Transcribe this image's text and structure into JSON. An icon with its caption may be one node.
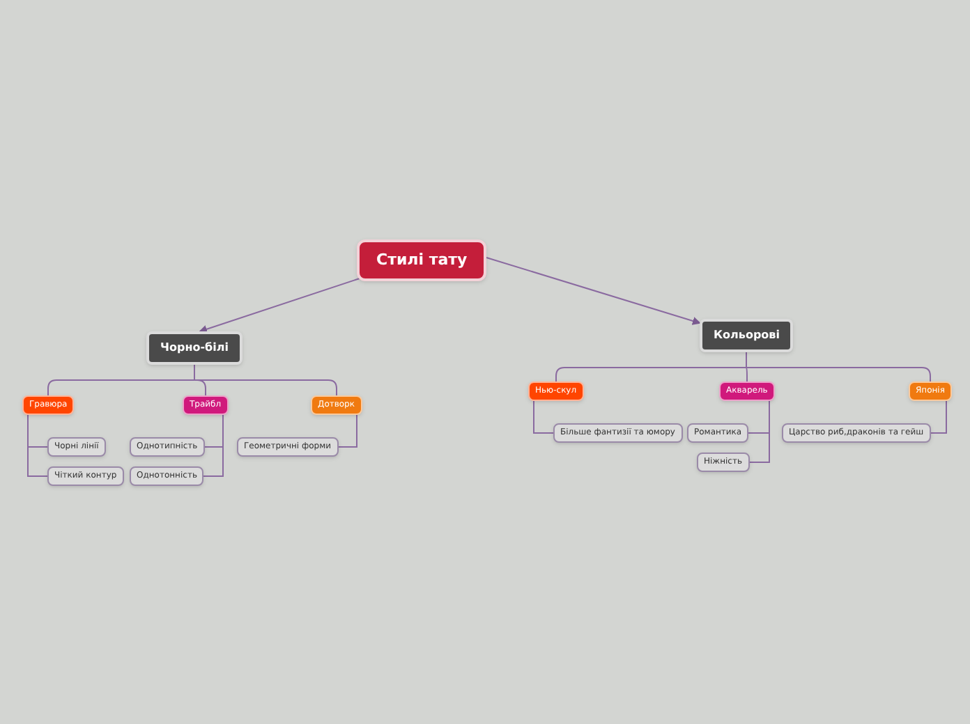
{
  "diagram": {
    "nodes": [
      {
        "text": [
          "Стилі тату"
        ]
      },
      {
        "text": [
          "Чорно-білі"
        ]
      },
      {
        "text": [
          "Кольорові"
        ]
      },
      {
        "text": [
          "Гравюра"
        ]
      },
      {
        "text": [
          "Трайбл"
        ]
      },
      {
        "text": [
          "Дотворк"
        ]
      },
      {
        "text": [
          "Чорні лінії"
        ]
      },
      {
        "text": [
          "Чіткий контур"
        ]
      },
      {
        "text": [
          "Однотипність"
        ]
      },
      {
        "text": [
          "Однотонність"
        ]
      },
      {
        "text": [
          "Геометричні форми"
        ]
      },
      {
        "text": [
          "Нью-скул"
        ]
      },
      {
        "text": [
          "Акварель"
        ]
      },
      {
        "text": [
          "Японія"
        ]
      },
      {
        "text": [
          "Більше фантизії та юмору"
        ]
      },
      {
        "text": [
          "Романтика"
        ]
      },
      {
        "text": [
          "Ніжність"
        ]
      },
      {
        "text": [
          "Царство риб,драконів та гейш"
        ]
      }
    ],
    "edges": [
      {
        "from": 0,
        "to": 1,
        "arrow": "to"
      },
      {
        "from": 0,
        "to": 2,
        "arrow": "to"
      },
      {
        "from": 1,
        "to": 3,
        "arrow": "none"
      },
      {
        "from": 1,
        "to": 4,
        "arrow": "none"
      },
      {
        "from": 1,
        "to": 5,
        "arrow": "none"
      },
      {
        "from": 3,
        "to": 6,
        "arrow": "none"
      },
      {
        "from": 3,
        "to": 7,
        "arrow": "none"
      },
      {
        "from": 4,
        "to": 8,
        "arrow": "none"
      },
      {
        "from": 4,
        "to": 9,
        "arrow": "none"
      },
      {
        "from": 5,
        "to": 10,
        "arrow": "none"
      },
      {
        "from": 2,
        "to": 11,
        "arrow": "none"
      },
      {
        "from": 2,
        "to": 12,
        "arrow": "none"
      },
      {
        "from": 2,
        "to": 13,
        "arrow": "none"
      },
      {
        "from": 11,
        "to": 14,
        "arrow": "none"
      },
      {
        "from": 12,
        "to": 15,
        "arrow": "none"
      },
      {
        "from": 12,
        "to": 16,
        "arrow": "none"
      },
      {
        "from": 13,
        "to": 17,
        "arrow": "none"
      }
    ]
  }
}
